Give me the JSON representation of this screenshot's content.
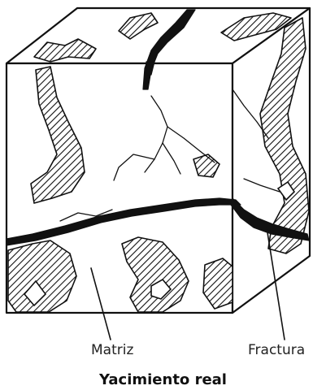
{
  "labels": {
    "matrix": "Matriz",
    "fracture": "Fractura"
  },
  "caption": "Yacimiento real",
  "colors": {
    "stroke": "#111111",
    "background": "#ffffff",
    "hatch": "#111111"
  }
}
